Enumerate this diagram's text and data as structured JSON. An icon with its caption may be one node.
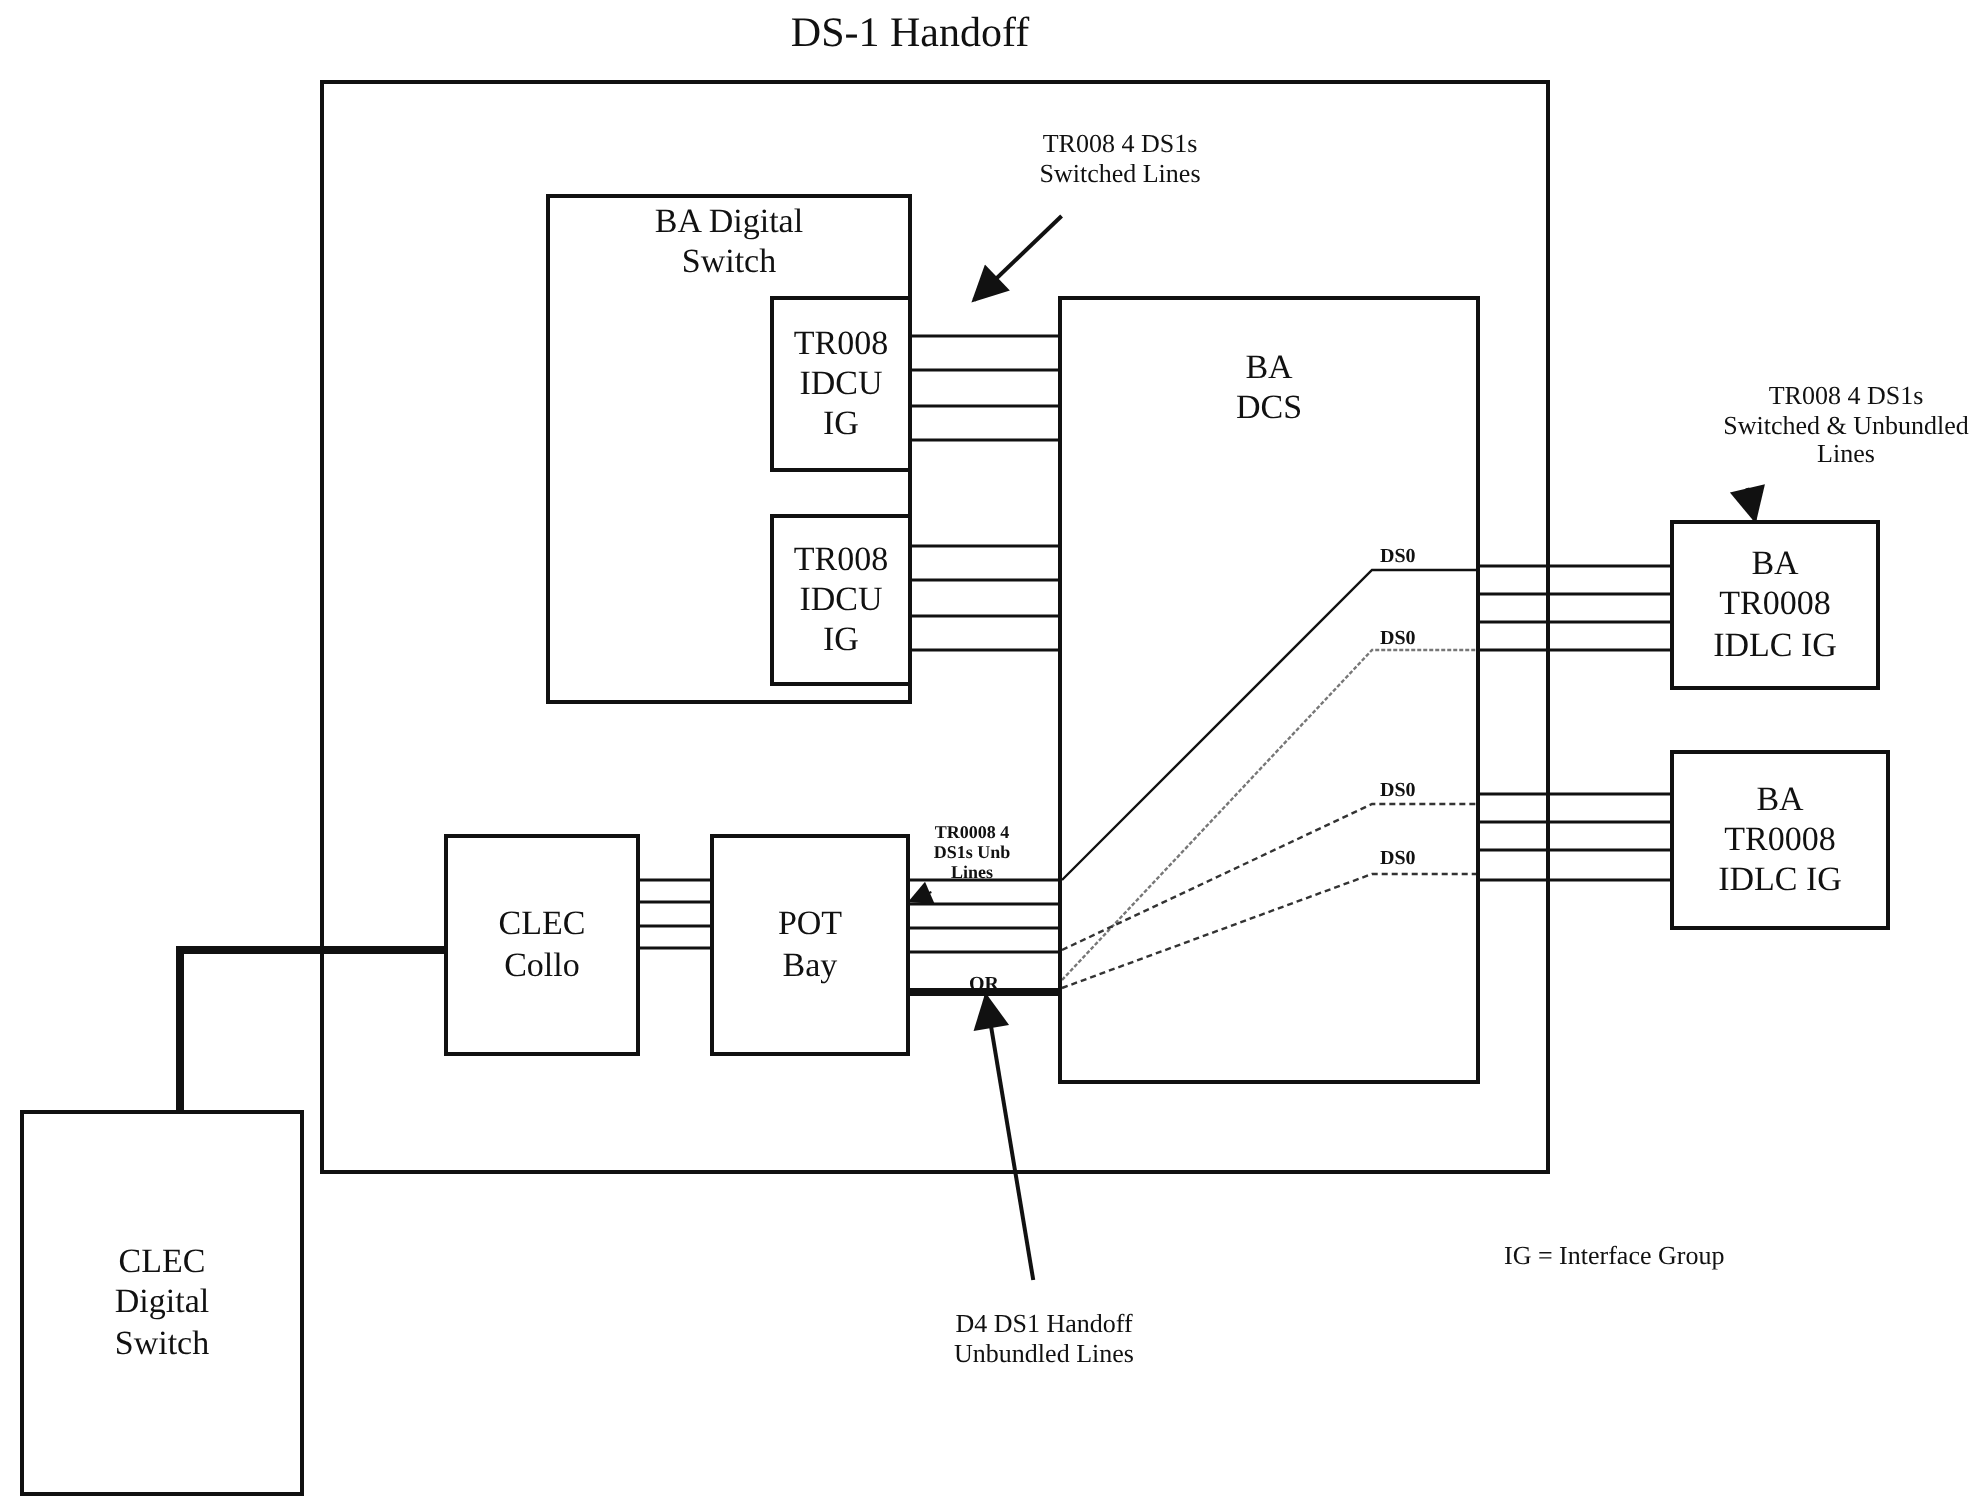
{
  "diagram": {
    "title": "DS-1 Handoff",
    "nodes": [
      {
        "text": [],
        "shape": "box"
      },
      {
        "text": [
          "BA Digital Switch"
        ],
        "in": 0
      },
      {
        "text": [
          "TR008 IDCU IG"
        ],
        "in": 1
      },
      {
        "text": [
          "TR008 IDCU IG"
        ],
        "in": 1
      },
      {
        "text": [
          "BA DCS"
        ],
        "in": 0
      },
      {
        "text": [
          "CLEC Collo"
        ],
        "in": 0
      },
      {
        "text": [
          "POT Bay"
        ],
        "in": 0
      },
      {
        "text": [
          "BA TR0008 IDLC IG"
        ]
      },
      {
        "text": [
          "BA TR0008 IDLC IG"
        ]
      },
      {
        "text": [
          "CLEC Digital Switch"
        ]
      },
      {
        "text": [
          "TR008 4 DS1s Switched Lines"
        ],
        "in": 0
      },
      {
        "text": [
          "TR008 4 DS1s Switched & Unbundled Lines"
        ]
      },
      {
        "text": [
          "TR0008 4 DS1s Unb Lines"
        ],
        "in": 0
      },
      {
        "text": [
          "D4 DS1 Handoff Unbundled Lines"
        ]
      },
      {
        "text": [
          "OR"
        ],
        "in": 0
      }
    ],
    "edges": [
      {
        "from": 2,
        "to": 4,
        "arrow": "none"
      },
      {
        "from": 2,
        "to": 4,
        "arrow": "none"
      },
      {
        "from": 2,
        "to": 4,
        "arrow": "none"
      },
      {
        "from": 2,
        "to": 4,
        "arrow": "none"
      },
      {
        "from": 3,
        "to": 4,
        "arrow": "none"
      },
      {
        "from": 3,
        "to": 4,
        "arrow": "none"
      },
      {
        "from": 3,
        "to": 4,
        "arrow": "none"
      },
      {
        "from": 3,
        "to": 4,
        "arrow": "none"
      },
      {
        "from": 5,
        "to": 6,
        "arrow": "none"
      },
      {
        "from": 5,
        "to": 6,
        "arrow": "none"
      },
      {
        "from": 5,
        "to": 6,
        "arrow": "none"
      },
      {
        "from": 5,
        "to": 6,
        "arrow": "none"
      },
      {
        "from": 6,
        "to": 4,
        "arrow": "none"
      },
      {
        "from": 6,
        "to": 4,
        "arrow": "none"
      },
      {
        "from": 6,
        "to": 4,
        "arrow": "none"
      },
      {
        "from": 6,
        "to": 4,
        "arrow": "none"
      },
      {
        "from": 6,
        "to": 4,
        "arrow": "none",
        "style": "thick"
      },
      {
        "from": 4,
        "to": 7,
        "arrow": "none"
      },
      {
        "from": 4,
        "to": 7,
        "arrow": "none"
      },
      {
        "from": 4,
        "to": 7,
        "arrow": "none"
      },
      {
        "from": 4,
        "to": 7,
        "arrow": "none"
      },
      {
        "from": 4,
        "to": 8,
        "arrow": "none"
      },
      {
        "from": 4,
        "to": 8,
        "arrow": "none"
      },
      {
        "from": 4,
        "to": 8,
        "arrow": "none"
      },
      {
        "from": 4,
        "to": 8,
        "arrow": "none"
      },
      {
        "from": 9,
        "to": 5,
        "arrow": "none",
        "style": "thick"
      },
      {
        "from": 10,
        "to": null,
        "arrow": "to"
      },
      {
        "from": 11,
        "to": 7,
        "arrow": "to"
      },
      {
        "from": 12,
        "to": 6,
        "arrow": "to",
        "style": "dashed"
      },
      {
        "from": 13,
        "to": 14,
        "arrow": "to"
      }
    ],
    "labels": [
      "DS0",
      "DS0",
      "DS0",
      "DS0",
      "IG = Interface Group"
    ]
  }
}
